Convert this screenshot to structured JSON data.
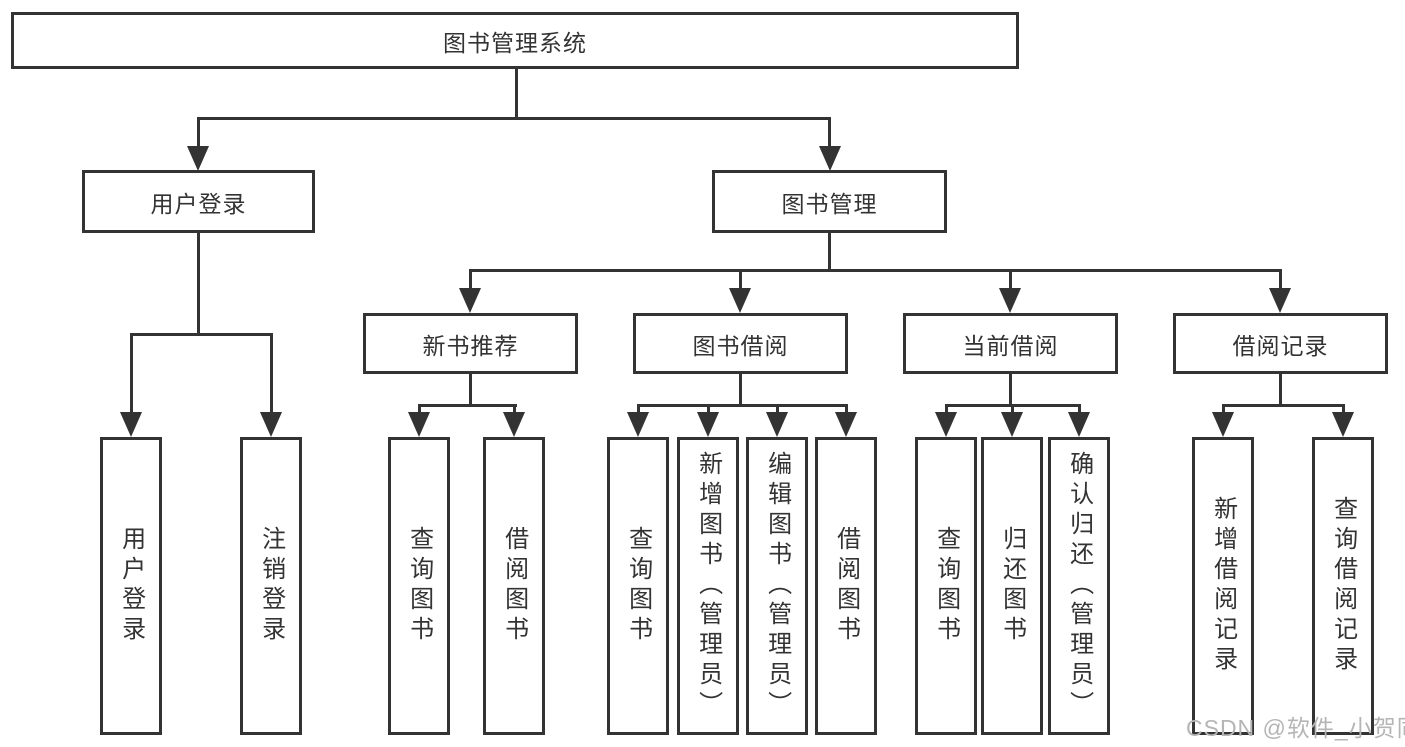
{
  "diagram_title": "图书管理系统",
  "nodes": {
    "root": "图书管理系统",
    "user_login": "用户登录",
    "book_management": "图书管理",
    "new_book_recommend": "新书推荐",
    "book_borrow": "图书借阅",
    "current_borrow": "当前借阅",
    "borrow_records": "借阅记录",
    "ul_user_login": "用户登录",
    "ul_logout": "注销登录",
    "nbr_query_books": "查询图书",
    "nbr_borrow_books": "借阅图书",
    "bb_query_books": "查询图书",
    "bb_add_books_admin": "新增图书（管理员）",
    "bb_edit_books_admin": "编辑图书（管理员）",
    "bb_borrow_books": "借阅图书",
    "cb_query_books": "查询图书",
    "cb_return_books": "归还图书",
    "cb_confirm_return_admin": "确认归还（管理员）",
    "br_add_record": "新增借阅记录",
    "br_query_record": "查询借阅记录"
  },
  "watermark": {
    "text": "CSDN @软件_小贺同学"
  },
  "colors": {
    "line": "#333333",
    "text": "#333333",
    "box_background": "#ffffff",
    "page_background": "#ffffff",
    "watermark": "#b5b5b5"
  }
}
